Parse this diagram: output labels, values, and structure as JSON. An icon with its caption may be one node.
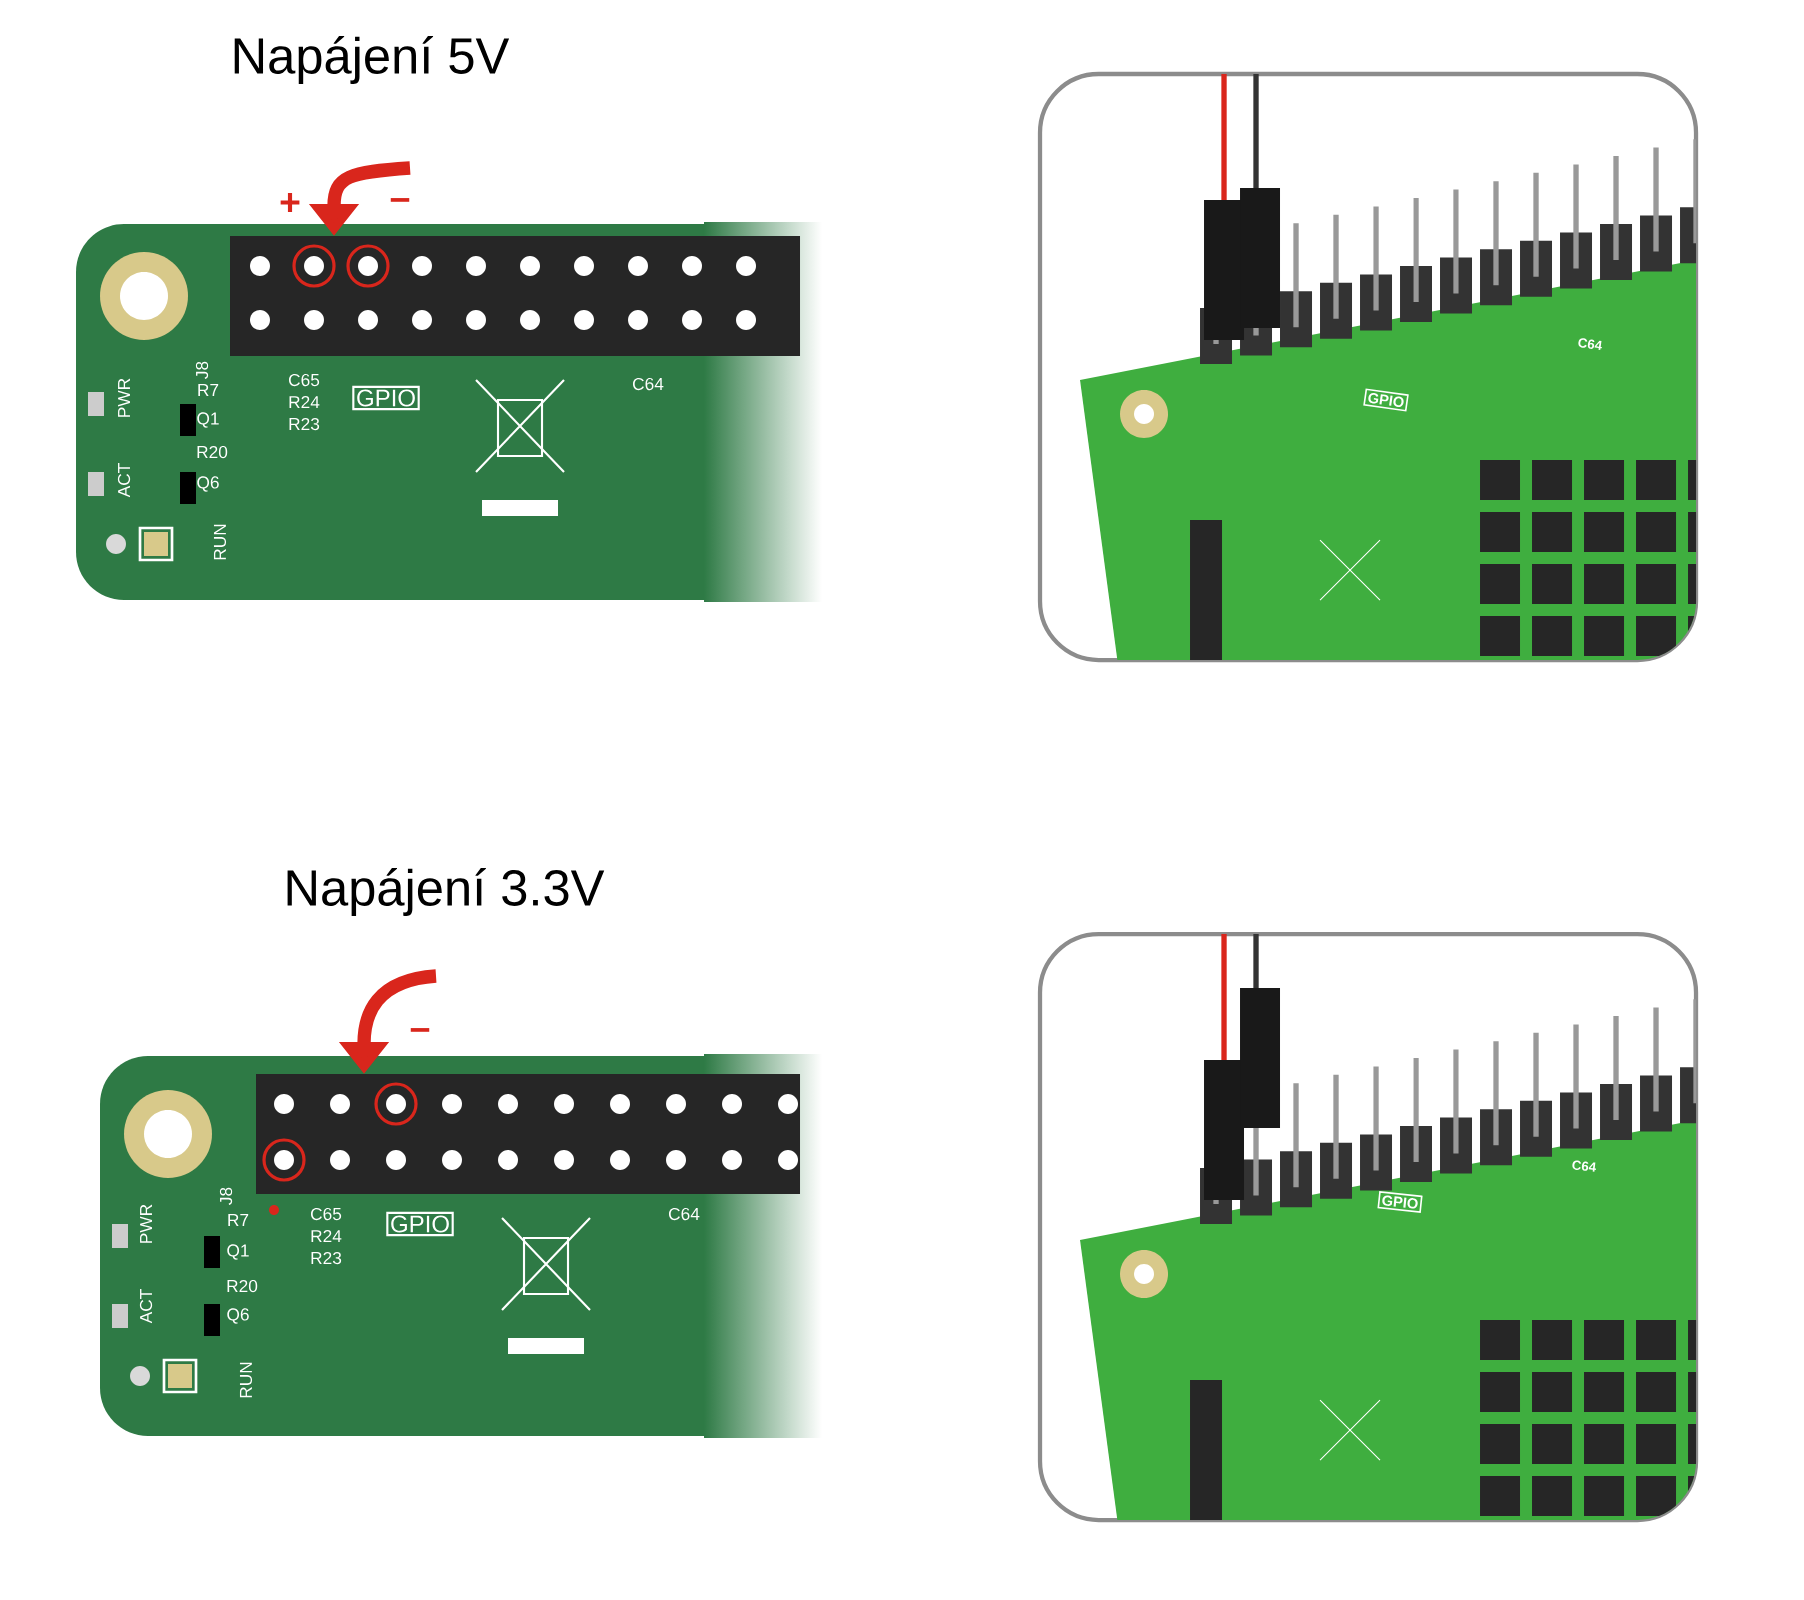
{
  "diagram": {
    "labels": [
      "Napájení 5V",
      "+",
      "–",
      "J8",
      "PWR",
      "R7",
      "Q1",
      "R20",
      "ACT",
      "Q6",
      "RUN",
      "C65",
      "R24",
      "R23",
      "GPIO",
      "C64",
      "GPIO",
      "C64",
      "Napájení 3.3V",
      "–",
      "J8",
      "PWR",
      "R7",
      "Q1",
      "R20",
      "ACT",
      "Q6",
      "RUN",
      "C65",
      "R24",
      "R23",
      "GPIO",
      "C64",
      "GPIO",
      "C64"
    ]
  }
}
